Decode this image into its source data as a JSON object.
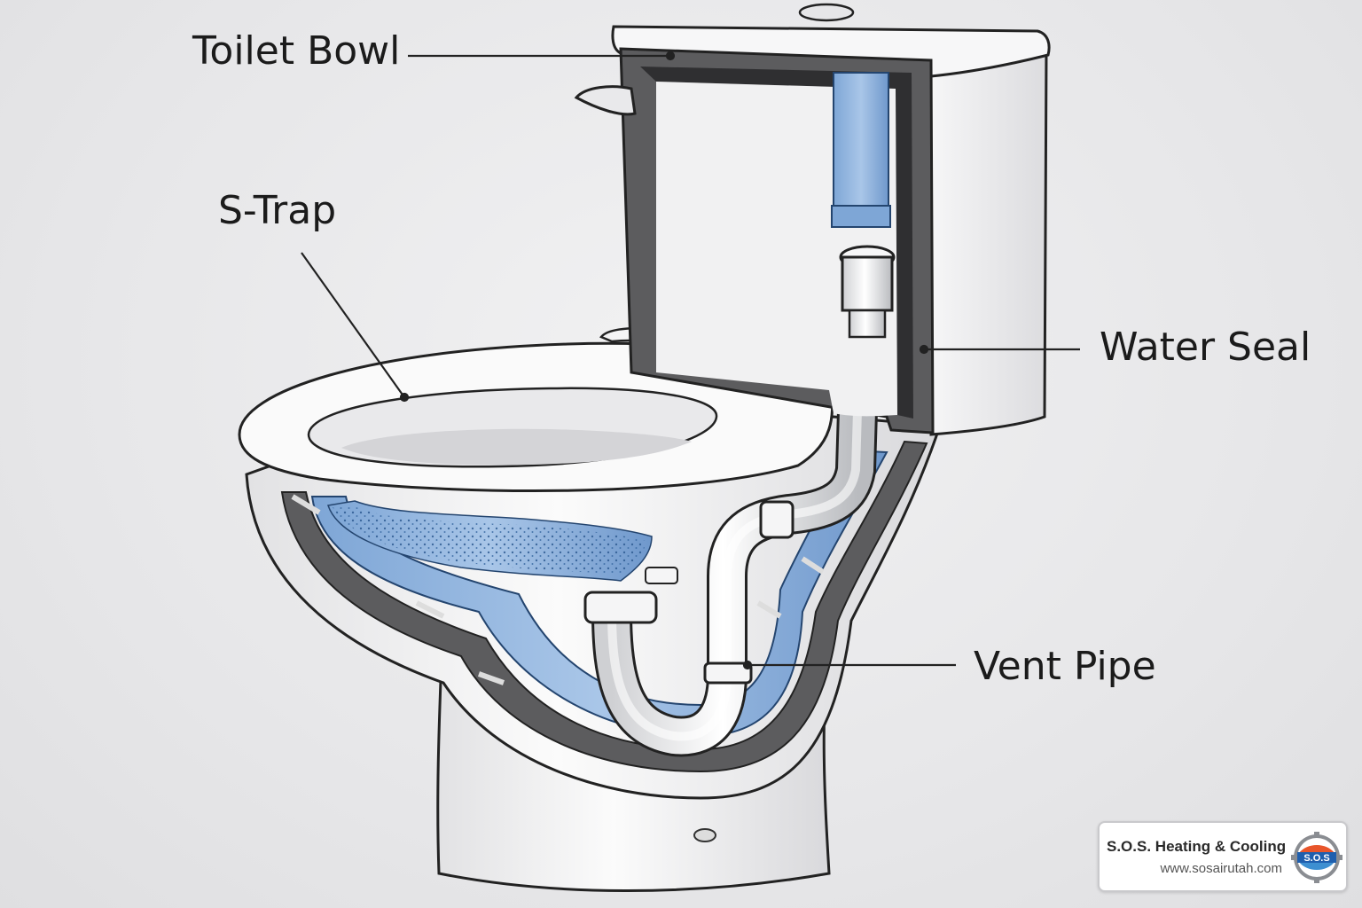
{
  "labels": {
    "toilet_bowl": "Toilet Bowl",
    "s_trap": "S-Trap",
    "water_seal": "Water Seal",
    "vent_pipe": "Vent Pipe"
  },
  "badge": {
    "company": "S.O.S. Heating & Cooling",
    "url": "www.sosairutah.com",
    "logo_text": "S.O.S"
  },
  "colors": {
    "water": "#8fb4dd",
    "water_dark": "#4f7fb8",
    "porcelain": "#f4f4f5",
    "cutaway": "#5c5c5e",
    "outline": "#222222"
  }
}
